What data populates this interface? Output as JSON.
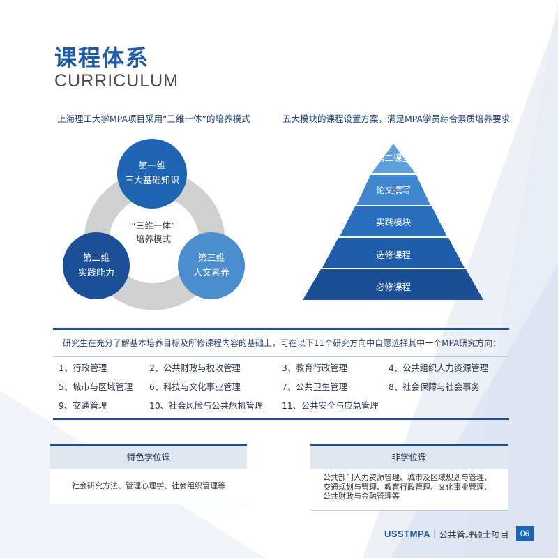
{
  "header": {
    "title_zh": "课程体系",
    "title_en": "CURRICULUM"
  },
  "left_section": {
    "subtitle": "上海理工大学MPA项目采用“三维一体”的培养模式",
    "center_lines": [
      "“三维一体”",
      "培养模式"
    ],
    "circles": [
      {
        "lines": [
          "第一维",
          "三大基础知识"
        ]
      },
      {
        "lines": [
          "第二维",
          "实践能力"
        ]
      },
      {
        "lines": [
          "第三维",
          "人文素养"
        ]
      }
    ]
  },
  "right_section": {
    "subtitle": "五大模块的课程设置方案，满足MPA学员综合素质培养要求",
    "pyramid_levels": [
      "第二课堂",
      "论文撰写",
      "实践模块",
      "选修课程",
      "必修课程"
    ]
  },
  "directions": {
    "intro": "研究生在充分了解基本培养目标及所修课程内容的基础上，可在以下11个研究方向中自愿选择其中一个MPA研究方向：",
    "items": [
      "1、行政管理",
      "2、公共财政与税收管理",
      "3、教育行政管理",
      "4、公共组织人力资源管理",
      "5、城市与区域管理",
      "6、科技与文化事业管理",
      "7、公共卫生管理",
      "8、社会保障与社会事务",
      "9、交通管理",
      "10、社会风险与公共危机管理",
      "11、公共安全与应急管理"
    ]
  },
  "panels": {
    "special_degree": {
      "title": "特色学位课",
      "content": "社会研究方法、管理心理学、社会组织管理等"
    },
    "non_degree": {
      "title": "非学位课",
      "content": "公共部门人力资源管理、城市及区域规划与管理、交通规划与管理、教育行政管理、文化事业管理、公共财政与金融管理等"
    }
  },
  "footer": {
    "brand": "USSTMPA",
    "separator": "|",
    "program": "公共管理硕士项目",
    "page": "06"
  },
  "colors": {
    "brand_blue": "#1f5aa6",
    "dark_blue": "#1d4f93",
    "light_blue": "#4a8ed0",
    "ring_gray": "#d0d0d0",
    "panel_head_bg": "#dfe6f0"
  }
}
